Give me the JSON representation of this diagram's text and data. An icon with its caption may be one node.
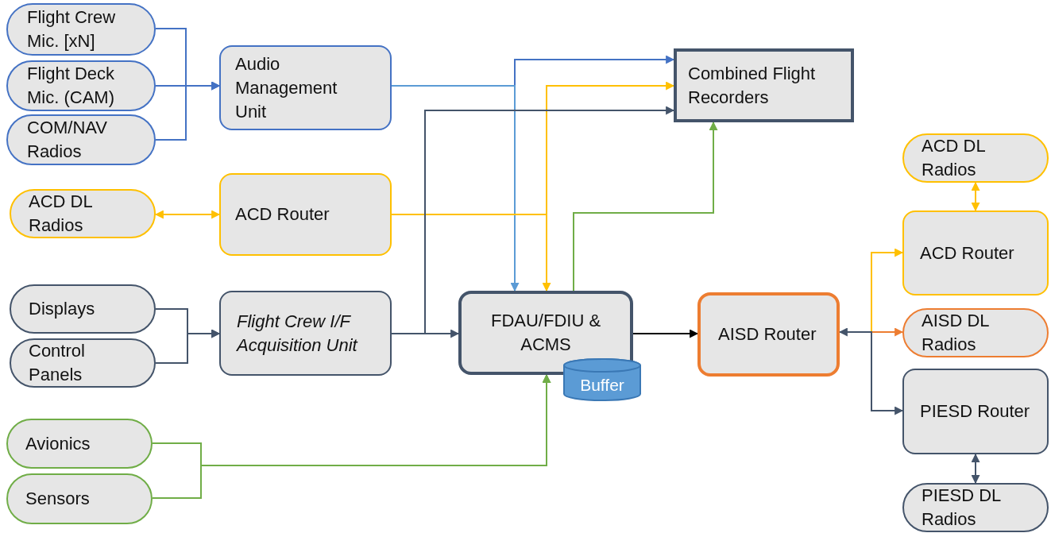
{
  "diagram": {
    "nodes": [
      {
        "text": [
          "Flight Crew Mic. [xN]"
        ]
      },
      {
        "text": [
          "Flight Deck Mic. (CAM)"
        ]
      },
      {
        "text": [
          "COM/NAV Radios"
        ]
      },
      {
        "text": [
          "Audio Management Unit"
        ]
      },
      {
        "text": [
          "ACD DL Radios"
        ]
      },
      {
        "text": [
          "ACD  Router"
        ]
      },
      {
        "text": [
          "Displays"
        ]
      },
      {
        "text": [
          "Control Panels"
        ]
      },
      {
        "text": [
          "Flight Crew I/F Acquisition Unit"
        ]
      },
      {
        "text": [
          "Avionics"
        ]
      },
      {
        "text": [
          "Sensors"
        ]
      },
      {
        "text": [
          "Combined Flight Recorders"
        ]
      },
      {
        "text": [
          "FDAU/FDIU & ACMS"
        ]
      },
      {
        "text": [
          "Buffer"
        ]
      },
      {
        "text": [
          "AISD Router"
        ]
      },
      {
        "text": [
          "ACD DL Radios"
        ]
      },
      {
        "text": [
          "ACD Router"
        ]
      },
      {
        "text": [
          "AISD DL Radios"
        ]
      },
      {
        "text": [
          "PIESD Router"
        ]
      },
      {
        "text": [
          "PIESD DL Radios"
        ]
      }
    ],
    "edges": [
      {
        "from": 0,
        "to": 3,
        "arrow": "to",
        "color": "#4472c4"
      },
      {
        "from": 1,
        "to": 3,
        "arrow": "to",
        "color": "#4472c4"
      },
      {
        "from": 2,
        "to": 3,
        "arrow": "to",
        "color": "#4472c4"
      },
      {
        "from": 3,
        "to": 11,
        "arrow": "to",
        "color": "#4472c4"
      },
      {
        "from": 3,
        "to": 12,
        "arrow": "to",
        "color": "#5b9bd5"
      },
      {
        "from": 4,
        "to": 5,
        "arrow": "both",
        "color": "#ffc000"
      },
      {
        "from": 5,
        "to": 11,
        "arrow": "to",
        "color": "#ffc000"
      },
      {
        "from": 5,
        "to": 12,
        "arrow": "to",
        "color": "#ffc000"
      },
      {
        "from": 6,
        "to": 8,
        "arrow": "to",
        "color": "#44546a"
      },
      {
        "from": 7,
        "to": 8,
        "arrow": "to",
        "color": "#44546a"
      },
      {
        "from": 8,
        "to": 12,
        "arrow": "to",
        "color": "#44546a"
      },
      {
        "from": 8,
        "to": 11,
        "arrow": "to",
        "color": "#44546a"
      },
      {
        "from": 12,
        "to": 11,
        "arrow": "to",
        "color": "#70ad47"
      },
      {
        "from": 9,
        "to": 12,
        "arrow": "to",
        "color": "#70ad47"
      },
      {
        "from": 10,
        "to": 12,
        "arrow": "to",
        "color": "#70ad47"
      },
      {
        "from": 12,
        "to": 14,
        "arrow": "to",
        "color": "#000000"
      },
      {
        "from": 14,
        "to": 16,
        "arrow": "to",
        "color": "#ffc000"
      },
      {
        "from": 14,
        "to": 17,
        "arrow": "to",
        "color": "#ed7d31"
      },
      {
        "from": 14,
        "to": 18,
        "arrow": "both",
        "color": "#44546a"
      },
      {
        "from": 15,
        "to": 16,
        "arrow": "both",
        "color": "#ffc000"
      },
      {
        "from": 18,
        "to": 19,
        "arrow": "both",
        "color": "#44546a"
      }
    ]
  }
}
